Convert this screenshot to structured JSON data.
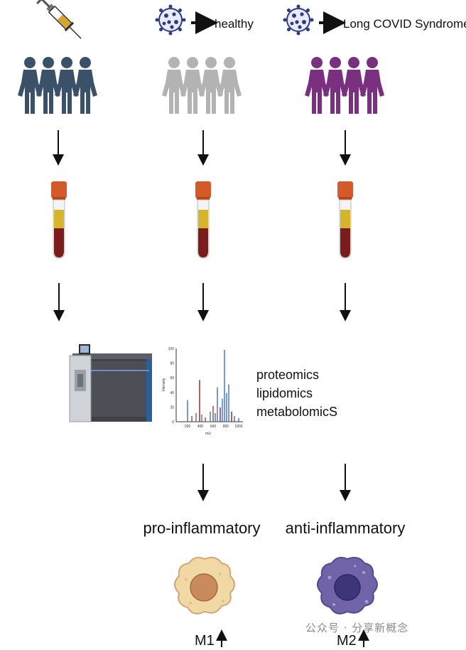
{
  "labels": {
    "healthy": "healthy",
    "long_covid": "Long COVID Syndrome",
    "omics": [
      "proteomics",
      "lipidomics",
      "metabolomicS"
    ],
    "pro_inflammatory": "pro-inflammatory",
    "anti_inflammatory": "anti-inflammatory",
    "m1": "M1",
    "m2": "M2"
  },
  "spectrum": {
    "x_ticks": [
      "200",
      "400",
      "600",
      "800",
      "1000"
    ],
    "y_ticks": [
      "0",
      "20",
      "40",
      "60",
      "80",
      "100"
    ],
    "xlabel": "m/z",
    "ylabel": "Intensity"
  },
  "watermark": "公众号 · 分享新概念",
  "colors": {
    "vaccinated_group": "#3a5169",
    "healthy_group": "#b3b3b3",
    "long_covid_group": "#7b2f7f",
    "m1_cell": "#f1d9a6",
    "m2_cell": "#7163a8",
    "virus": "#2f3a86"
  },
  "icons": [
    "syringe-icon",
    "virus-icon",
    "people-group-icon",
    "blood-tube-icon",
    "mass-spectrometer-icon",
    "macrophage-icon"
  ]
}
